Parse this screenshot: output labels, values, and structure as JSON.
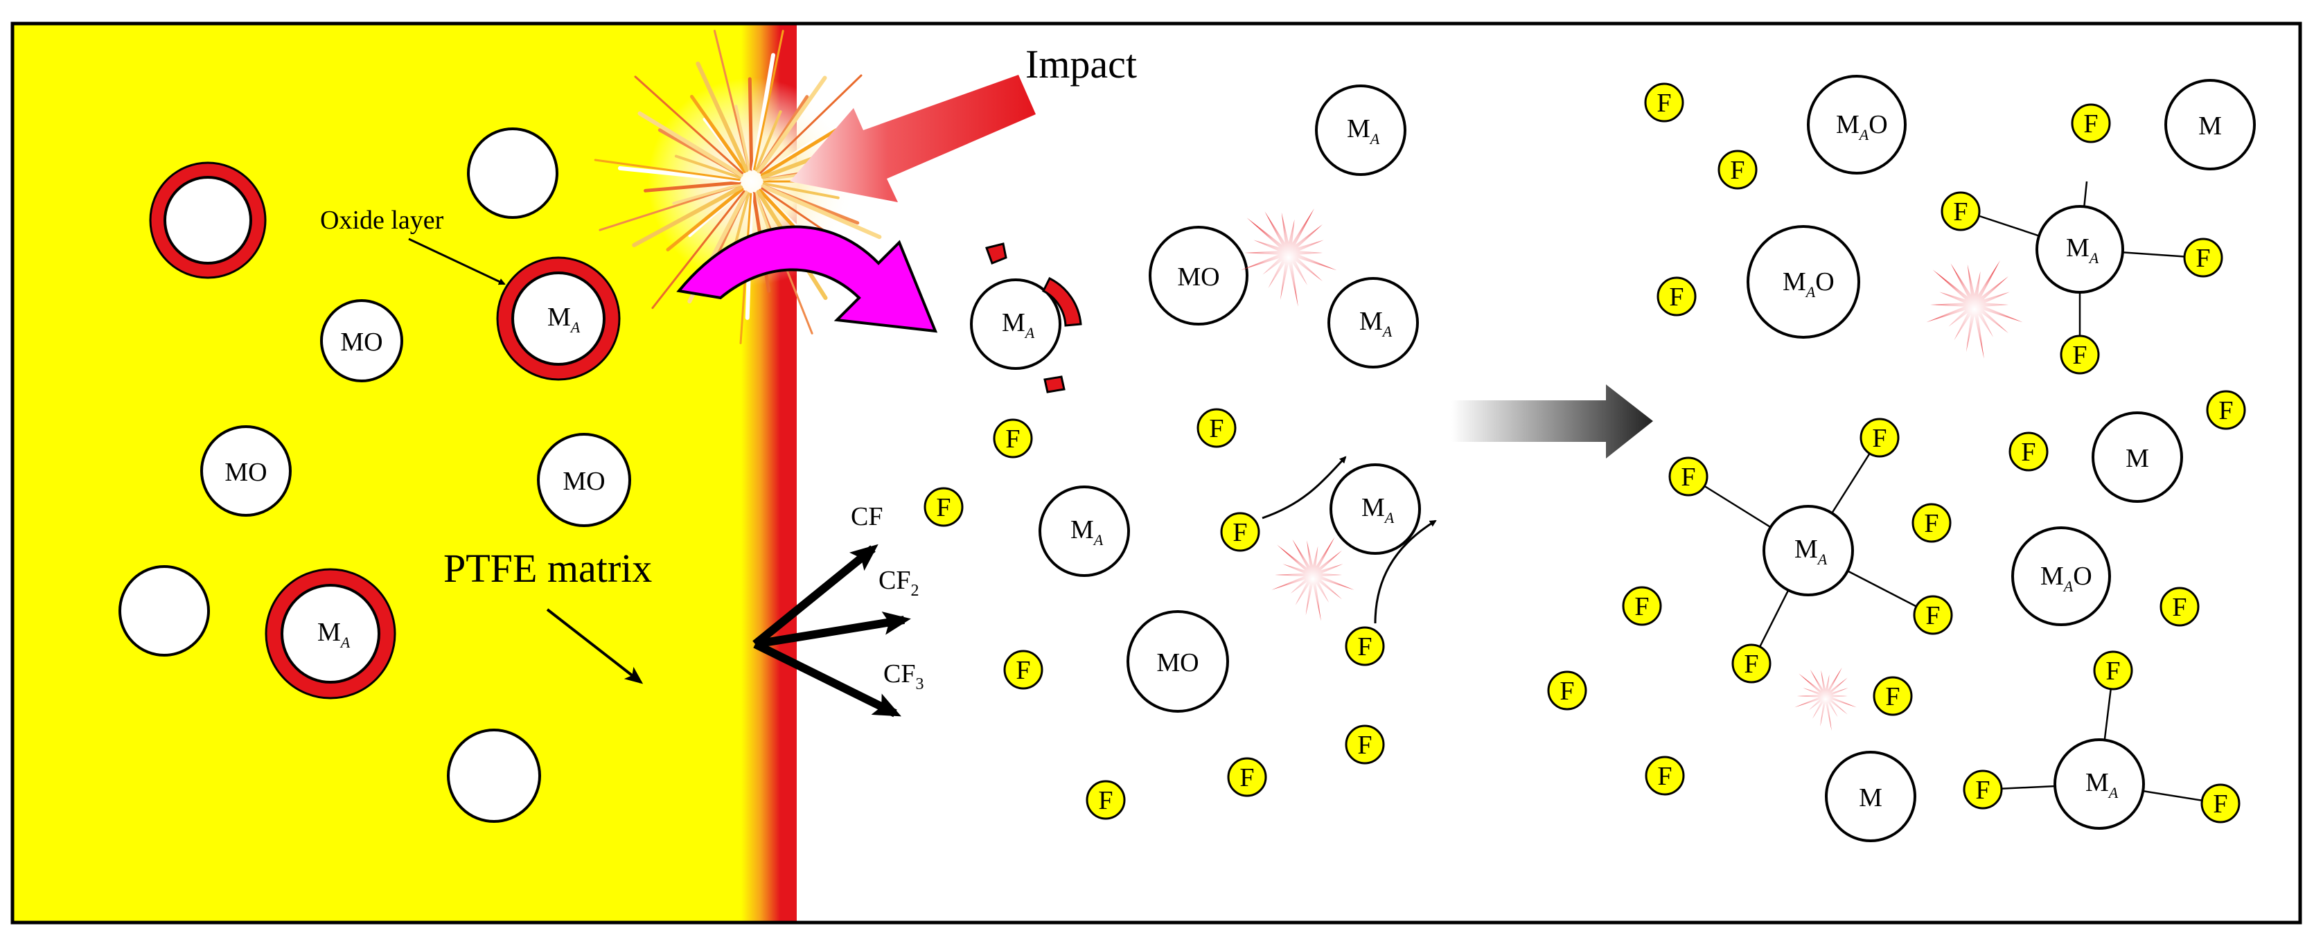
{
  "labels": {
    "impact": "Impact",
    "oxide_layer": "Oxide layer",
    "ptfe_matrix": "PTFE matrix",
    "mo": "MO",
    "m": "M",
    "f": "F",
    "cf": "CF",
    "cf2_base": "CF",
    "cf2_sub": "2",
    "cf3_base": "CF",
    "cf3_sub": "3",
    "ma_base": "M",
    "ma_sub": "A",
    "mao_o": "O"
  },
  "colors": {
    "matrix_yellow": "#ffff00",
    "interface_red": "#e4151c",
    "oxide_ring": "#e4151c",
    "fluorine_fill": "#ffff00",
    "transfer_arrow": "#ff00ff",
    "impact_arrow": "#e4151c",
    "process_arrow": "#333333"
  },
  "icons": [
    "explosion-burst-icon",
    "spark-burst-icon",
    "impact-arrow-icon",
    "transfer-arrow-icon",
    "process-arrow-icon"
  ]
}
